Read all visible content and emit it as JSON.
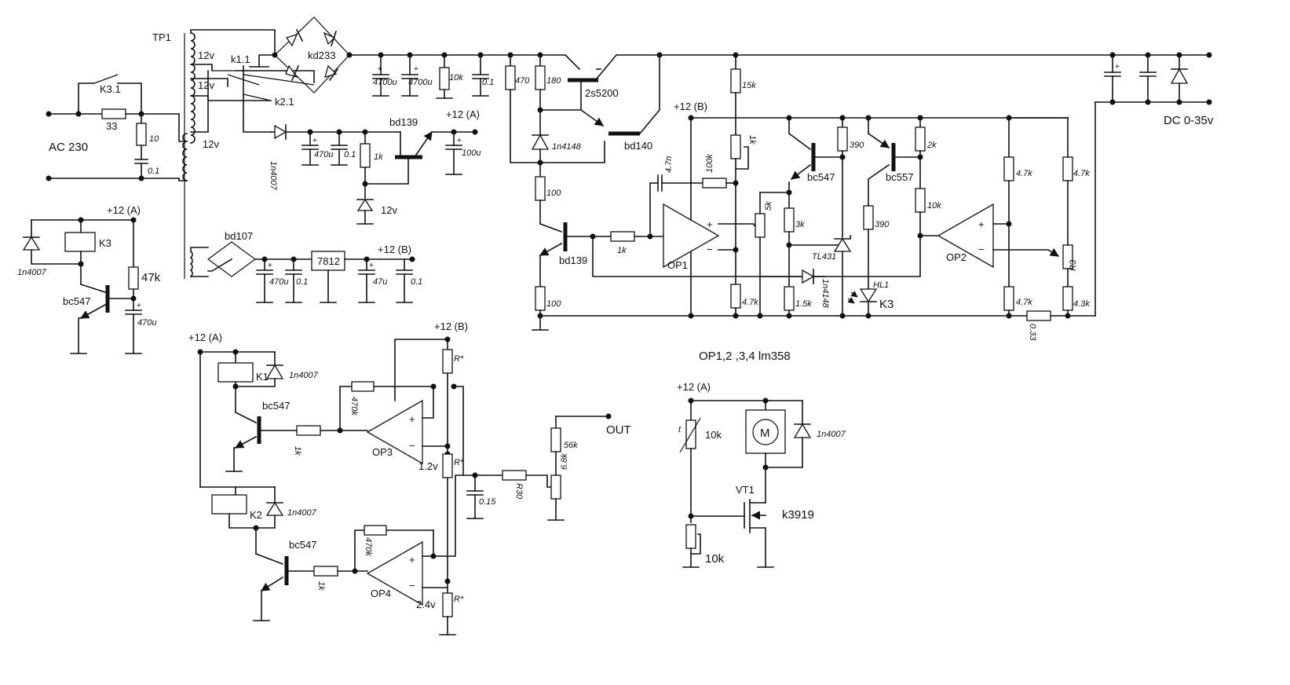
{
  "labels": {
    "tp1": "TP1",
    "sec1": "12v",
    "sec2": "12v",
    "sec3": "12v",
    "k1_1": "k1.1",
    "k2_1": "k2.1",
    "k3_1": "K3.1",
    "r_33": "33",
    "ac230": "AC 230",
    "r_10": "10",
    "c_01a": "0.1",
    "bridge": "kd233",
    "c_4700a": "4700u",
    "c_4700b": "4700u",
    "r_10k_a": "10k",
    "c_01b": "0.1",
    "d_1n4007a": "1n4007",
    "c_470u_a": "470u",
    "c_01c": "0.1",
    "r_1k_a": "1k",
    "q_bd139a": "bd139",
    "plus12a_top": "+12 (A)",
    "c_100u": "100u",
    "z_12v": "12v",
    "bd107": "bd107",
    "reg7812": "7812",
    "plus12b_mid": "+12 (B)",
    "c_470u_b": "470u",
    "c_01d": "0.1",
    "c_47u": "47u",
    "c_01e": "0.1",
    "plus12a_k3": "+12 (A)",
    "d_1n4007b": "1n4007",
    "k3": "K3",
    "r_47k": "47k",
    "q_bc547a": "bc547",
    "c_470u_c": "470u",
    "r_470": "470",
    "r_180": "180",
    "q_2s5200": "2s5200",
    "d_1n4148a": "1n4148",
    "q_bd140": "bd140",
    "r_100a": "100",
    "q_bd139b": "bd139",
    "r_100b": "100",
    "r_1k_b": "1k",
    "op1": "OP1",
    "c_4_7n": "4.7n",
    "r_100k": "100k",
    "r_15k": "15k",
    "pot_1k": "1k",
    "plus12b_top": "+12 (B)",
    "pot_5k": "5k",
    "r_3k": "3k",
    "r_1_5k": "1.5k",
    "r_4_7k_a": "4.7k",
    "d_1n4148b": "1n4148",
    "q_bc547b": "bc547",
    "r_390a": "390",
    "tl431": "TL431",
    "q_bc557": "bc557",
    "r_390b": "390",
    "hl1": "HL1",
    "k3_led": "K3",
    "r_2k": "2k",
    "r_10k_b": "10k",
    "op2": "OP2",
    "r_4_7k_b": "4.7k",
    "r_4_7k_c": "4.7k",
    "r_4_7k_d": "4.7k",
    "r_4_3k": "4.3k",
    "r3": "R3",
    "r_0_33": "0.33",
    "dc_out": "DC 0-35v",
    "note_lm358": "OP1,2 ,3,4 lm358",
    "plus12a_bot": "+12 (A)",
    "plus12b_bot": "+12 (B)",
    "k1": "K1",
    "d_1n4007c": "1n4007",
    "q_bc547c": "bc547",
    "r_470k_a": "470k",
    "r_1k_c": "1k",
    "op3": "OP3",
    "v_1_2": "1.2v",
    "r_star_a": "R*",
    "r_star_b": "R*",
    "r_star_c": "R*",
    "c_0_15": "0.15",
    "r30": "R30",
    "r_56k": "56k",
    "pot_6_8k": "6.8k",
    "out": "OUT",
    "k2": "K2",
    "d_1n4007d": "1n4007",
    "q_bc547d": "bc547",
    "r_470k_b": "470k",
    "r_1k_d": "1k",
    "op4": "OP4",
    "v_2_4": "2.4v",
    "plus12a_fan": "+12 (A)",
    "ntc_t": "t",
    "ntc_10k": "10k",
    "d_1n4007e": "1n4007",
    "vt1": "VT1",
    "k3919": "k3919",
    "pot_10k": "10k",
    "plus": "+",
    "minus": "−",
    "motor": "M"
  }
}
